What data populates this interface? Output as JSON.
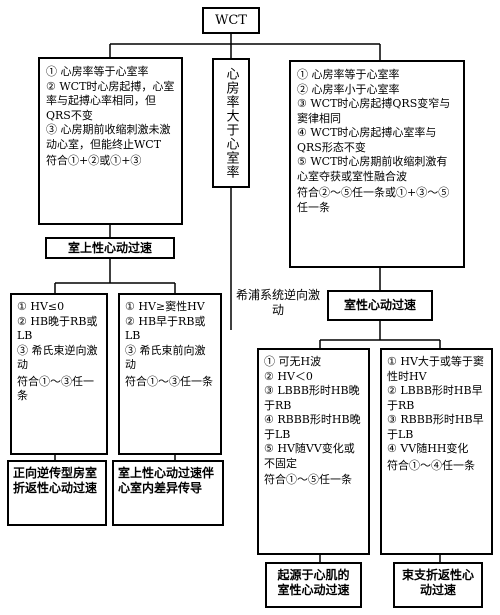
{
  "root": {
    "label": "WCT"
  },
  "middle_label": "心房率大于心室率",
  "left_criteria": {
    "items": [
      "① 心房率等于心室率",
      "② WCT时心房起搏，心室率与起搏心率相同，但QRS不变",
      "③ 心房期前收缩刺激未激动心室，但能终止WCT"
    ],
    "conclusion": "符合①+②或①+③"
  },
  "right_criteria": {
    "items": [
      "① 心房率等于心室率",
      "② 心房率小于心室率",
      "③ WCT时心房起搏QRS变窄与窦律相同",
      "④ WCT时心房起搏心室率与QRS形态不变",
      "⑤ WCT时心房期前收缩刺激有心室夺获或室性融合波"
    ],
    "conclusion": "符合②～⑤任一条或①+③～⑤任一条"
  },
  "svt_label": "室上性心动过速",
  "vt_label": "室性心动过速",
  "his_label": "希浦系统逆向激动",
  "ll_criteria": {
    "items": [
      "① HV≤0",
      "② HB晚于RB或LB",
      "③ 希氏束逆向激动"
    ],
    "conclusion": "符合①～③任一条"
  },
  "lr_criteria": {
    "items": [
      "① HV≥窦性HV",
      "② HB早于RB或LB",
      "③ 希氏束前向激动"
    ],
    "conclusion": "符合①～③任一条"
  },
  "rl_criteria": {
    "items": [
      "① 可无H波",
      "② HV＜0",
      "③ LBBB形时HB晚于RB",
      "④ RBBB形时HB晚于LB",
      "⑤ HV随VV变化或不固定"
    ],
    "conclusion": "符合①～⑤任一条"
  },
  "rr_criteria": {
    "items": [
      "① HV大于或等于窦性时HV",
      "② LBBB形时HB早于RB",
      "③ RBBB形时HB早于LB",
      "④ VV随HH变化"
    ],
    "conclusion": "符合①～④任一条"
  },
  "result_ll": "正向逆传型房室折返性心动过速",
  "result_lr": "室上性心动过速伴心室内差异传导",
  "result_rl": "起源于心肌的室性心动过速",
  "result_rr": "束支折返性心动过速"
}
